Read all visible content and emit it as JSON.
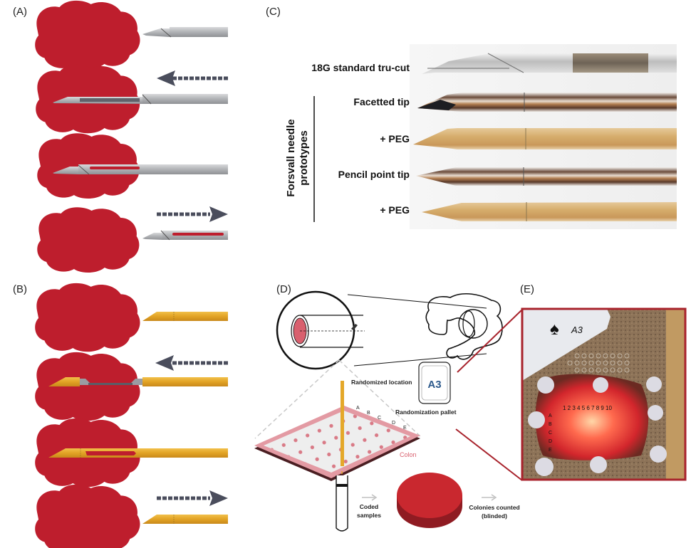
{
  "panels": {
    "a": {
      "label": "(A)"
    },
    "b": {
      "label": "(B)"
    },
    "c": {
      "label": "(C)"
    },
    "d": {
      "label": "(D)"
    },
    "e": {
      "label": "(E)"
    }
  },
  "panel_c": {
    "standard_label": "18G standard tru-cut",
    "group_label_line1": "Forsvall needle",
    "group_label_line2": "prototypes",
    "rows": [
      {
        "label": "Facetted tip",
        "finish": "metal",
        "tip": "facetted"
      },
      {
        "label": "+ PEG",
        "finish": "gold",
        "tip": "facetted"
      },
      {
        "label": "Pencil point tip",
        "finish": "metal",
        "tip": "pencil"
      },
      {
        "label": "+ PEG",
        "finish": "gold",
        "tip": "pencil"
      }
    ]
  },
  "panel_d": {
    "randomized_location": "Randomized location",
    "card_code": "A3",
    "randomization_pallet": "Randomization pallet",
    "row_letters": [
      "A",
      "B",
      "C",
      "D",
      "E"
    ],
    "colon": "Colon",
    "coded_samples_1": "Coded",
    "coded_samples_2": "samples",
    "colonies_1": "Colonies counted",
    "colonies_2": "(blinded)"
  },
  "panel_e": {
    "card_text": "A3",
    "grid_numbers": "1 2 3 4 5 6 7 8 9 10",
    "grid_rows": [
      "A",
      "B",
      "C",
      "D",
      "E"
    ]
  },
  "colors": {
    "tissue": "#be1e2d",
    "steel": "#b5b7ba",
    "gold": "#e4a82a",
    "arrow": "#4a4d5c",
    "frame": "#a8232c",
    "colon_pink": "#d97a86"
  }
}
